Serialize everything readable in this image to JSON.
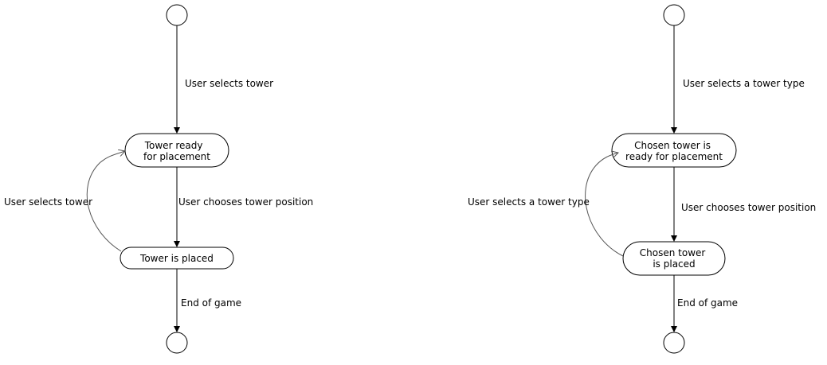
{
  "diagrams": [
    {
      "states": {
        "ready": {
          "lines": [
            "Tower ready",
            "for placement"
          ]
        },
        "placed": {
          "lines": [
            "Tower is placed"
          ]
        }
      },
      "transitions": {
        "start_to_ready": "User selects tower",
        "ready_to_placed": "User chooses tower position",
        "placed_to_ready": "User selects tower",
        "placed_to_end": "End of game"
      }
    },
    {
      "states": {
        "ready": {
          "lines": [
            "Chosen tower is",
            "ready for placement"
          ]
        },
        "placed": {
          "lines": [
            "Chosen tower",
            "is placed"
          ]
        }
      },
      "transitions": {
        "start_to_ready": "User selects a tower type",
        "ready_to_placed": "User chooses tower position",
        "placed_to_ready": "User selects a tower type",
        "placed_to_end": "End of game"
      }
    }
  ]
}
